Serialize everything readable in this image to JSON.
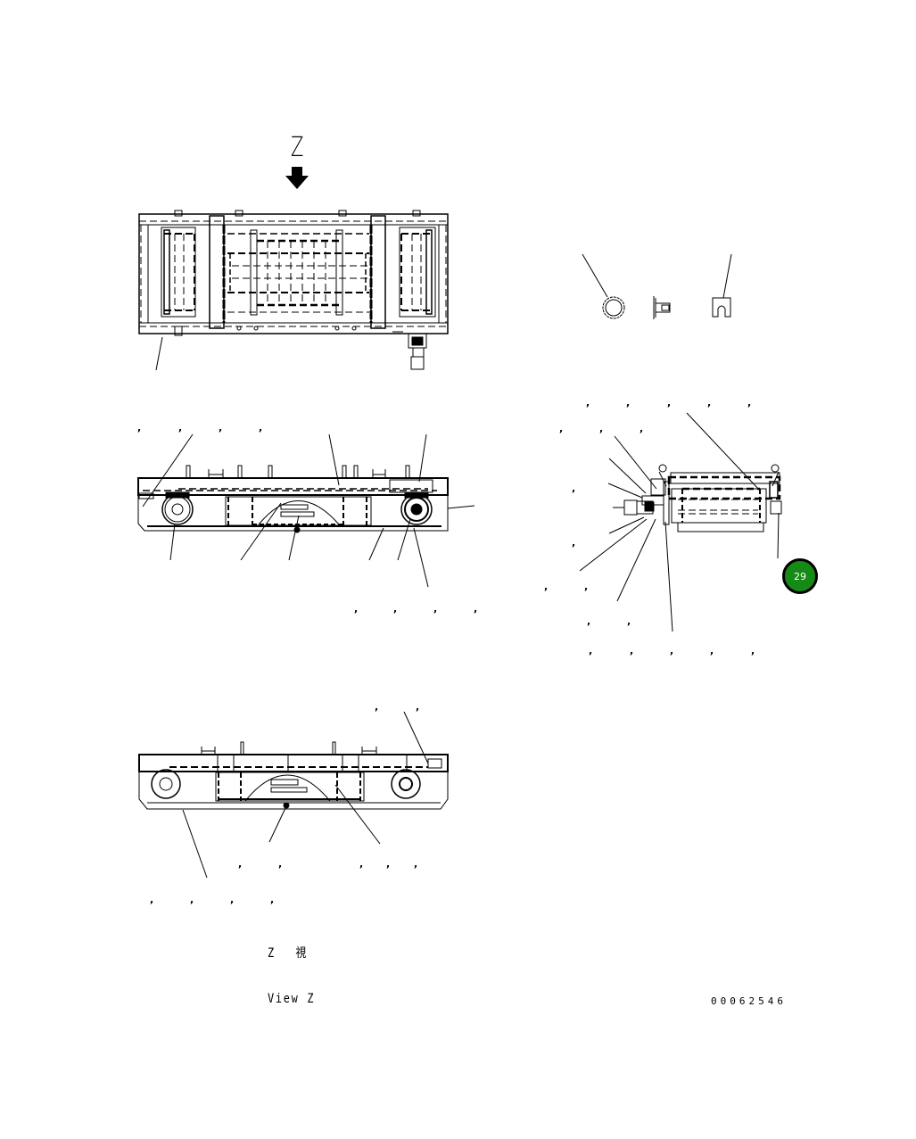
{
  "diagram": {
    "type": "parts-catalog-illustration",
    "view_marker": {
      "letter": "Z",
      "arrow": "down-arrow"
    },
    "view_caption": {
      "line1": "Z　 視",
      "line2": "View Z"
    },
    "document_number": "00062546",
    "page_badge": {
      "label": "29",
      "color": "#168a16"
    },
    "views": [
      {
        "name": "top-view",
        "description": "Plan view of frame with rollers and grid"
      },
      {
        "name": "side-view",
        "description": "Side elevation with wheels"
      },
      {
        "name": "small-parts",
        "items": [
          "ring",
          "pin",
          "clip"
        ]
      },
      {
        "name": "end-view",
        "description": "End view with motor assembly"
      },
      {
        "name": "view-z",
        "description": "Side elevation seen from direction Z"
      }
    ]
  }
}
